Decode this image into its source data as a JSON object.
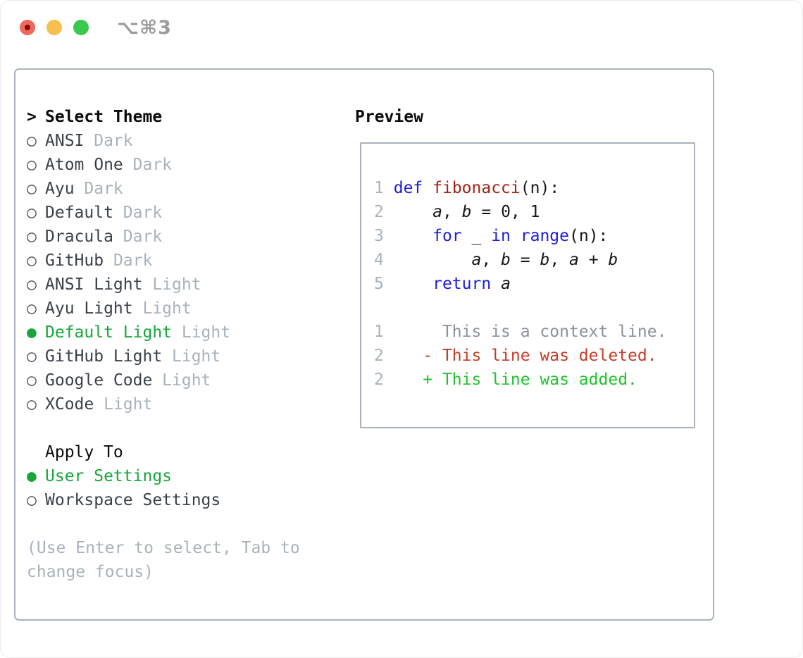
{
  "window": {
    "shortcut_label": "⌥⌘3",
    "traffic_lights": [
      "close",
      "minimize",
      "zoom"
    ]
  },
  "glyphs": {
    "cursor": ">",
    "radio": "○",
    "radio_selected": "●"
  },
  "colors": {
    "selection_green": "#17a63b",
    "added_green": "#1fc32b",
    "deleted_red": "#c43c28",
    "keyword_blue": "#1c1cdf",
    "function_red": "#a42314",
    "dim_gray": "#a9b2bc",
    "context_gray": "#8b9299",
    "text_dark": "#3b4048",
    "border_gray": "#a9b2bc",
    "traffic_red": "#f0685c",
    "traffic_yellow": "#f6bf4e",
    "traffic_green": "#3ac84f",
    "shortcut_gray": "#9b9b9b"
  },
  "selector": {
    "title": "Select Theme",
    "items": [
      {
        "name": "ANSI",
        "variant": "Dark",
        "selected": false
      },
      {
        "name": "Atom One",
        "variant": "Dark",
        "selected": false
      },
      {
        "name": "Ayu",
        "variant": "Dark",
        "selected": false
      },
      {
        "name": "Default",
        "variant": "Dark",
        "selected": false
      },
      {
        "name": "Dracula",
        "variant": "Dark",
        "selected": false
      },
      {
        "name": "GitHub",
        "variant": "Dark",
        "selected": false
      },
      {
        "name": "ANSI Light",
        "variant": "Light",
        "selected": false
      },
      {
        "name": "Ayu Light",
        "variant": "Light",
        "selected": false
      },
      {
        "name": "Default Light",
        "variant": "Light",
        "selected": true
      },
      {
        "name": "GitHub Light",
        "variant": "Light",
        "selected": false
      },
      {
        "name": "Google Code",
        "variant": "Light",
        "selected": false
      },
      {
        "name": "XCode",
        "variant": "Light",
        "selected": false
      }
    ],
    "apply_to": {
      "title": "Apply To",
      "options": [
        {
          "label": "User Settings",
          "selected": true
        },
        {
          "label": "Workspace Settings",
          "selected": false
        }
      ]
    },
    "hint": {
      "line1": "(Use Enter to select, Tab to",
      "line2": "change focus)"
    }
  },
  "preview": {
    "title": "Preview",
    "code_lines": [
      {
        "num": "1",
        "segments": [
          {
            "c": "pl",
            "t": " "
          },
          {
            "c": "kw",
            "t": "def"
          },
          {
            "c": "pl",
            "t": " "
          },
          {
            "c": "fn",
            "t": "fibonacci"
          },
          {
            "c": "pl",
            "t": "(n):"
          }
        ]
      },
      {
        "num": "2",
        "segments": [
          {
            "c": "pl",
            "t": "     "
          },
          {
            "c": "var",
            "t": "a"
          },
          {
            "c": "pl",
            "t": ", "
          },
          {
            "c": "var",
            "t": "b"
          },
          {
            "c": "pl",
            "t": " = 0, 1"
          }
        ]
      },
      {
        "num": "3",
        "segments": [
          {
            "c": "pl",
            "t": "     "
          },
          {
            "c": "kw",
            "t": "for"
          },
          {
            "c": "pl",
            "t": " _ "
          },
          {
            "c": "kw",
            "t": "in"
          },
          {
            "c": "pl",
            "t": " "
          },
          {
            "c": "kw",
            "t": "range"
          },
          {
            "c": "pl",
            "t": "(n):"
          }
        ]
      },
      {
        "num": "4",
        "segments": [
          {
            "c": "pl",
            "t": "         "
          },
          {
            "c": "var",
            "t": "a"
          },
          {
            "c": "pl",
            "t": ", "
          },
          {
            "c": "var",
            "t": "b"
          },
          {
            "c": "pl",
            "t": " = "
          },
          {
            "c": "var",
            "t": "b"
          },
          {
            "c": "pl",
            "t": ", "
          },
          {
            "c": "var",
            "t": "a"
          },
          {
            "c": "pl",
            "t": " + "
          },
          {
            "c": "var",
            "t": "b"
          }
        ]
      },
      {
        "num": "5",
        "segments": [
          {
            "c": "pl",
            "t": "     "
          },
          {
            "c": "kw",
            "t": "return"
          },
          {
            "c": "pl",
            "t": " "
          },
          {
            "c": "var",
            "t": "a"
          }
        ]
      }
    ],
    "diff_lines": [
      {
        "num": "1",
        "kind": "context",
        "text": "      This is a context line."
      },
      {
        "num": "2",
        "kind": "deleted",
        "text": "    - This line was deleted."
      },
      {
        "num": "2",
        "kind": "added",
        "text": "    + This line was added."
      }
    ]
  }
}
